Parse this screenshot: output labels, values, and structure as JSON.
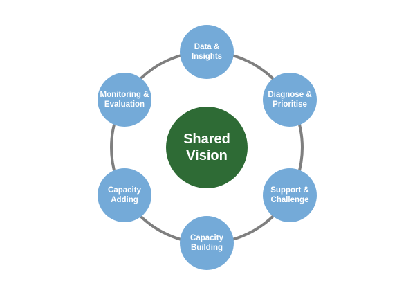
{
  "diagram": {
    "type": "cycle",
    "center": {
      "label": "Shared Vision",
      "color": "#2e6b35"
    },
    "ring_color": "#7f7f7f",
    "node_color": "#74aad8",
    "nodes": [
      {
        "label": "Data & Insights"
      },
      {
        "label": "Diagnose & Prioritise"
      },
      {
        "label": "Support & Challenge"
      },
      {
        "label": "Capacity Building"
      },
      {
        "label": "Capacity Adding"
      },
      {
        "label": "Monitoring & Evaluation"
      }
    ]
  }
}
